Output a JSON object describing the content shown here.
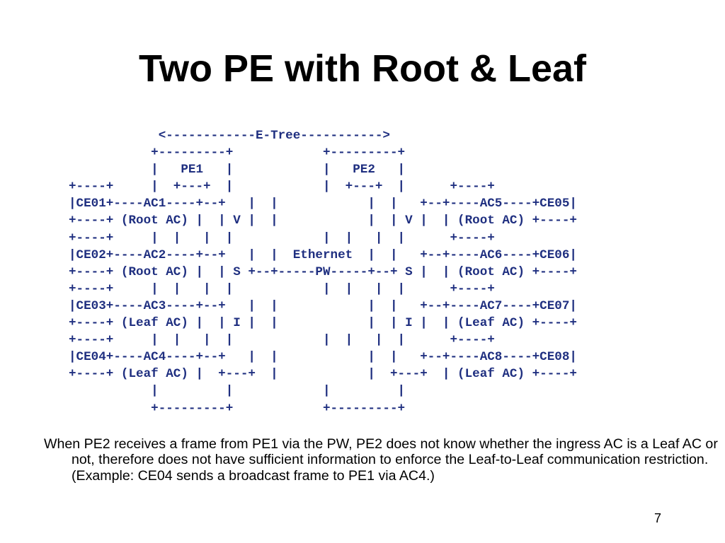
{
  "slide": {
    "title": "Two PE with Root & Leaf",
    "page_number": "7"
  },
  "diagram": {
    "lines": [
      "            <------------E-Tree----------->",
      "           +---------+            +---------+",
      "           |   PE1   |            |   PE2   |",
      "+----+     |  +---+  |            |  +---+  |      +----+",
      "|CE01+----AC1----+--+   |  |            |  |   +--+----AC5----+CE05|",
      "+----+ (Root AC) |  | V |  |            |  | V |  | (Root AC) +----+",
      "+----+     |  |   |  |            |  |   |  |      +----+",
      "|CE02+----AC2----+--+   |  |  Ethernet  |  |   +--+----AC6----+CE06|",
      "+----+ (Root AC) |  | S +--+-----PW-----+--+ S |  | (Root AC) +----+",
      "+----+     |  |   |  |            |  |   |  |      +----+",
      "|CE03+----AC3----+--+   |  |            |  |   +--+----AC7----+CE07|",
      "+----+ (Leaf AC) |  | I |  |            |  | I |  | (Leaf AC) +----+",
      "+----+     |  |   |  |            |  |   |  |      +----+",
      "|CE04+----AC4----+--+   |  |            |  |   +--+----AC8----+CE08|",
      "+----+ (Leaf AC) |  +---+  |            |  +---+  | (Leaf AC) +----+",
      "           |         |            |         |",
      "           +---------+            +---------+"
    ]
  },
  "caption": {
    "text": "When PE2 receives a frame from PE1 via the PW, PE2 does not know whether the ingress AC is a Leaf AC or not, therefore does not have sufficient information to enforce the Leaf-to-Leaf communication restriction.  (Example: CE04 sends a broadcast frame to PE1 via AC4.)"
  }
}
